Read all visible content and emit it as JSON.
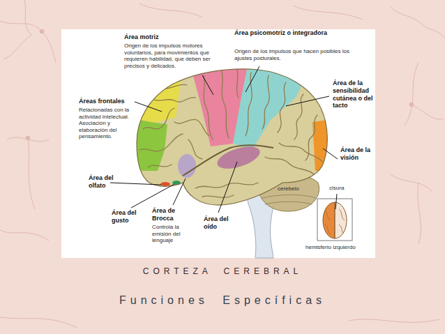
{
  "diagram": {
    "title": "CORTEZA CEREBRAL",
    "caption": "Funciones Específicas",
    "labels": [
      "Área motriz",
      "Origen de los impulsos motores voluntarios, para movimientos que requieren habilidad, que deben ser precisos y delicados.",
      "Área psicomotriz o integradora",
      "Origen de los impulsos que hacen posibles los ajustes posturales.",
      "Áreas frontales",
      "Relacionadas con la actividad intelectual. Asociación y elaboración del pensamiento.",
      "Área de la sensibilidad cutánea o del tacto",
      "Área de la visión",
      "Área del olfato",
      "cerebelo",
      "cisura",
      "Área del gusto",
      "Área de Brocca",
      "Controla la emisión del lenguaje",
      "Área del oído",
      "hemisferio izquierdo"
    ]
  }
}
